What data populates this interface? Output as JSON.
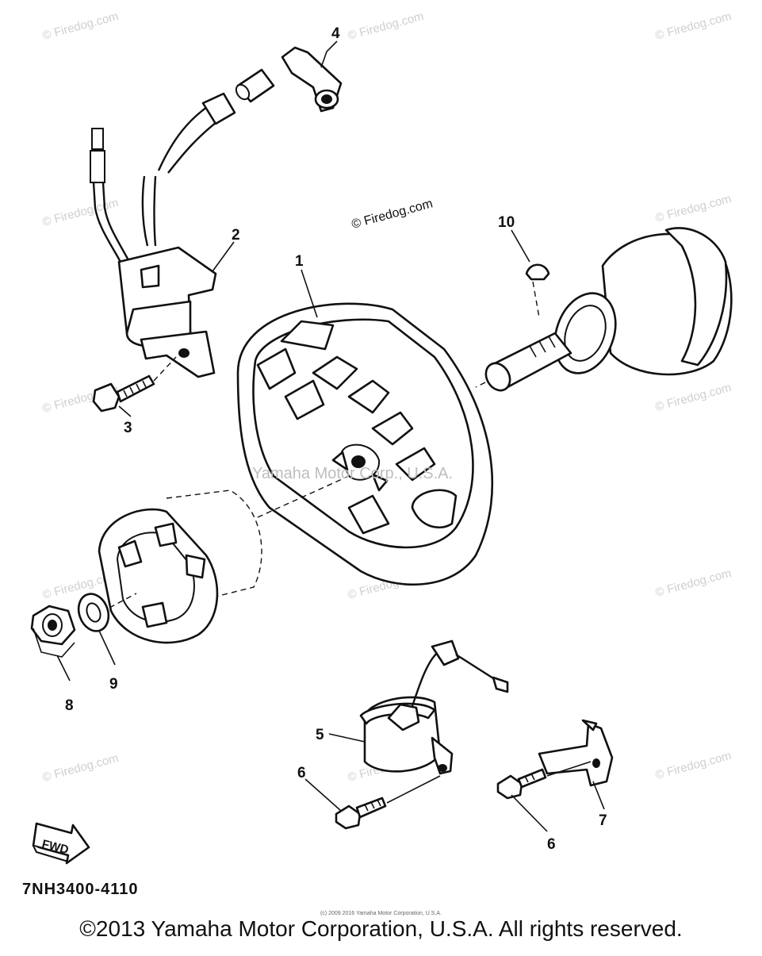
{
  "watermark": "© Firedog.com",
  "center_watermark": "Yamaha Motor Corp., U.S.A.",
  "callouts": {
    "p1": "1",
    "p2": "2",
    "p3": "3",
    "p4": "4",
    "p5": "5",
    "p6a": "6",
    "p6b": "6",
    "p7": "7",
    "p8": "8",
    "p9": "9",
    "p10": "10"
  },
  "fwd_label": "FWD",
  "doc_number": "7NH3400-4110",
  "tiny_copyright": "(c) 2009 2016 Yamaha Motor Corporation, U.S.A.",
  "copyright": "©2013 Yamaha Motor Corporation, U.S.A. All rights reserved."
}
